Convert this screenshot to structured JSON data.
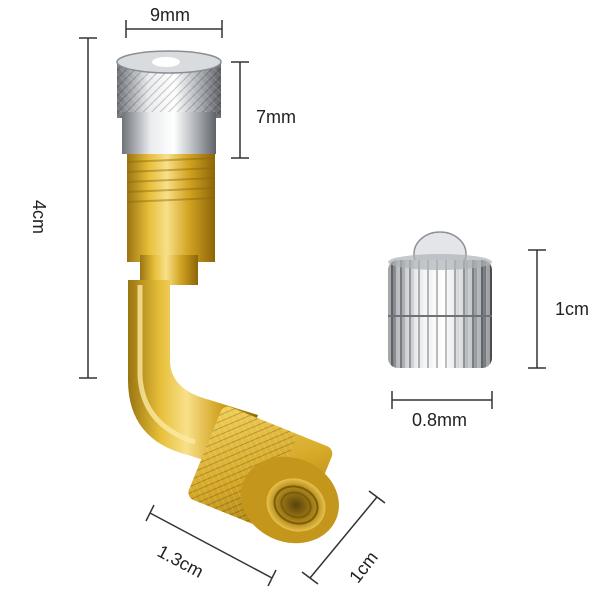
{
  "colors": {
    "background": "#ffffff",
    "brass": "#d8ad2a",
    "brass_dark": "#9a7410",
    "brass_light": "#f6dc7a",
    "chrome": "#c9ccd0",
    "chrome_dark": "#7d8187",
    "dimension_line": "#333333"
  },
  "dimensions": {
    "cap_width": "9mm",
    "cap_height": "7mm",
    "total_height": "4cm",
    "nut_width": "1.3cm",
    "nut_height": "1cm",
    "valve_cap_height": "1cm",
    "valve_cap_width": "0.8mm"
  },
  "objects": {
    "extender": "brass-valve-extender-icon",
    "valve_cap": "chrome-valve-cap-icon"
  }
}
